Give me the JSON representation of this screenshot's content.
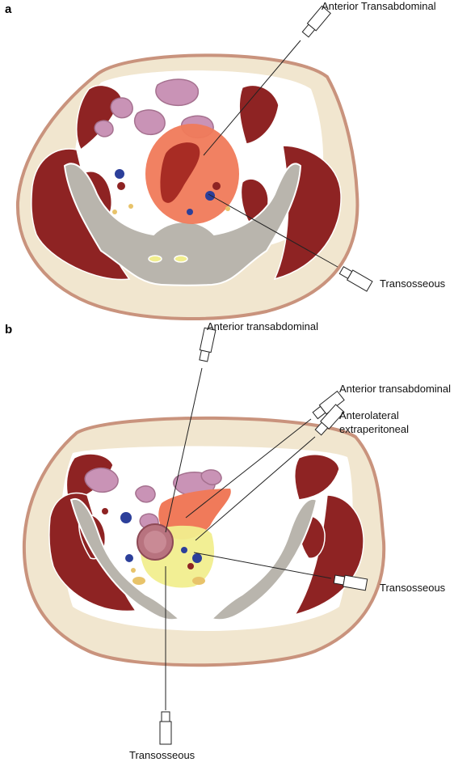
{
  "panel_a": {
    "letter": "a",
    "labels": {
      "anterior": "Anterior Transabdominal",
      "transosseous": "Transosseous"
    }
  },
  "panel_b": {
    "letter": "b",
    "labels": {
      "anterior_1": "Anterior transabdominal",
      "anterior_2": "Anterior transabdominal",
      "anterolateral_line1": "Anterolateral",
      "anterolateral_line2": "extraperitoneal",
      "transosseous_right": "Transosseous",
      "transosseous_bottom": "Transosseous"
    }
  },
  "colors": {
    "skin": "#f1e6cf",
    "skin_border": "#c9937d",
    "muscle": "#8e2323",
    "bone": "#b9b5ad",
    "bowel": "#c993b6",
    "tumor": "#f07a5a",
    "tumor_core": "#a82c24",
    "vein": "#2c3f9a",
    "nerve": "#e8c36a",
    "fluid": "#f1ee8e"
  }
}
